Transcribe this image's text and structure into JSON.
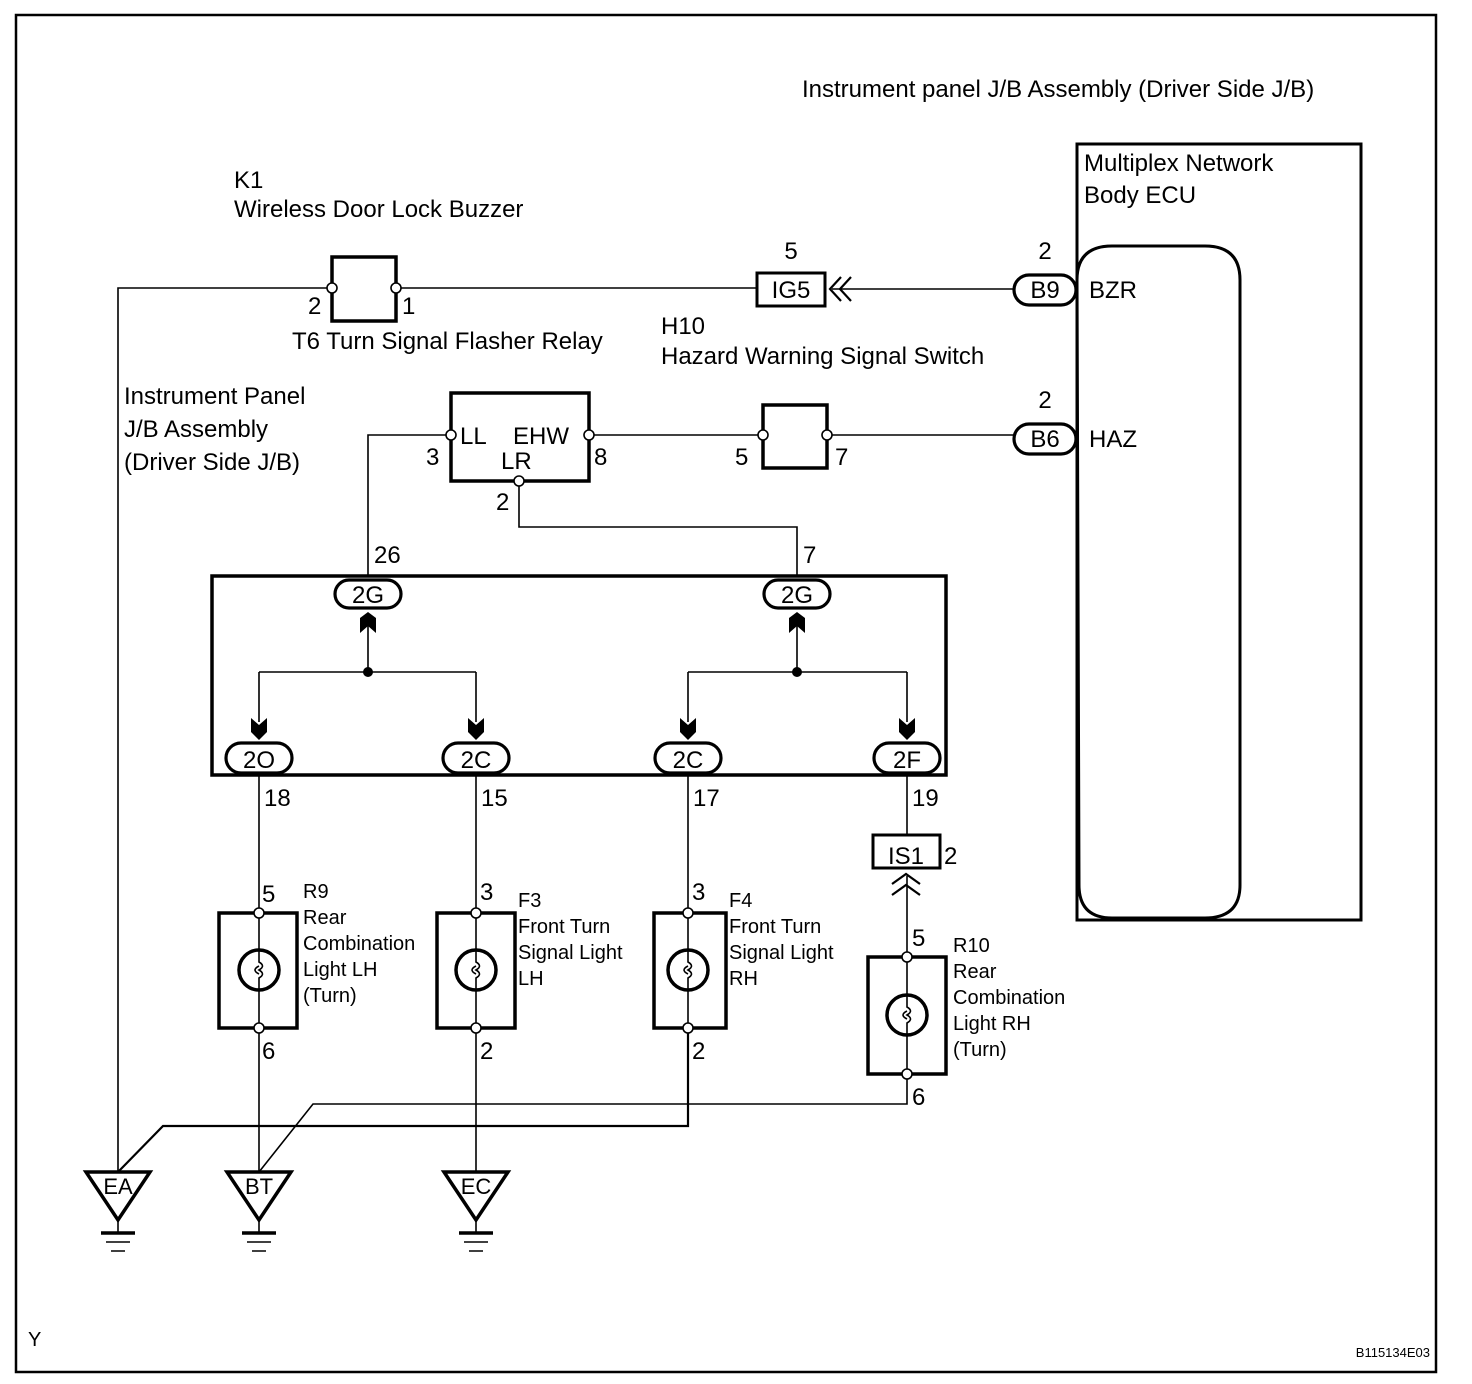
{
  "diagram": {
    "figure_id": "B115134E03",
    "corner_mark": "Y",
    "colors": {
      "line": "#000000",
      "background": "#ffffff"
    },
    "jb_right_label": "Instrument panel J/B Assembly (Driver Side J/B)",
    "jb_left_label": [
      "Instrument Panel",
      "J/B Assembly",
      "(Driver Side J/B)"
    ],
    "ecu": {
      "title": [
        "Multiplex Network",
        "Body ECU"
      ],
      "terminals": [
        {
          "name": "BZR",
          "connector": "B9",
          "pin": "2"
        },
        {
          "name": "HAZ",
          "connector": "B6",
          "pin": "2"
        }
      ]
    },
    "k1": {
      "code": "K1",
      "name": "Wireless Door Lock Buzzer",
      "pins": [
        "2",
        "1"
      ]
    },
    "ig5": {
      "connector": "IG5",
      "pin": "5"
    },
    "t6": {
      "label": "T6 Turn Signal Flasher Relay",
      "terminals": [
        "LL",
        "EHW",
        "LR"
      ],
      "pins": {
        "LL": "3",
        "EHW": "8",
        "LR": "2"
      }
    },
    "h10": {
      "code": "H10",
      "name": "Hazard Warning Signal Switch",
      "pins": [
        "5",
        "7"
      ]
    },
    "jb_block": {
      "inputs": [
        {
          "connector": "2G",
          "pin": "26"
        },
        {
          "connector": "2G",
          "pin": "7"
        }
      ],
      "outputs": [
        {
          "connector": "2O",
          "pin": "18"
        },
        {
          "connector": "2C",
          "pin": "15"
        },
        {
          "connector": "2C",
          "pin": "17"
        },
        {
          "connector": "2F",
          "pin": "19"
        }
      ]
    },
    "is1": {
      "connector": "IS1",
      "pin": "2"
    },
    "lights": [
      {
        "code": "R9",
        "name": [
          "Rear",
          "Combination",
          "Light LH",
          "(Turn)"
        ],
        "pin_top": "5",
        "pin_bottom": "6"
      },
      {
        "code": "F3",
        "name": [
          "Front Turn",
          "Signal Light",
          "LH"
        ],
        "pin_top": "3",
        "pin_bottom": "2"
      },
      {
        "code": "F4",
        "name": [
          "Front Turn",
          "Signal Light",
          "RH"
        ],
        "pin_top": "3",
        "pin_bottom": "2"
      },
      {
        "code": "R10",
        "name": [
          "Rear",
          "Combination",
          "Light RH",
          "(Turn)"
        ],
        "pin_top": "5",
        "pin_bottom": "6"
      }
    ],
    "grounds": [
      "EA",
      "BT",
      "EC"
    ]
  }
}
